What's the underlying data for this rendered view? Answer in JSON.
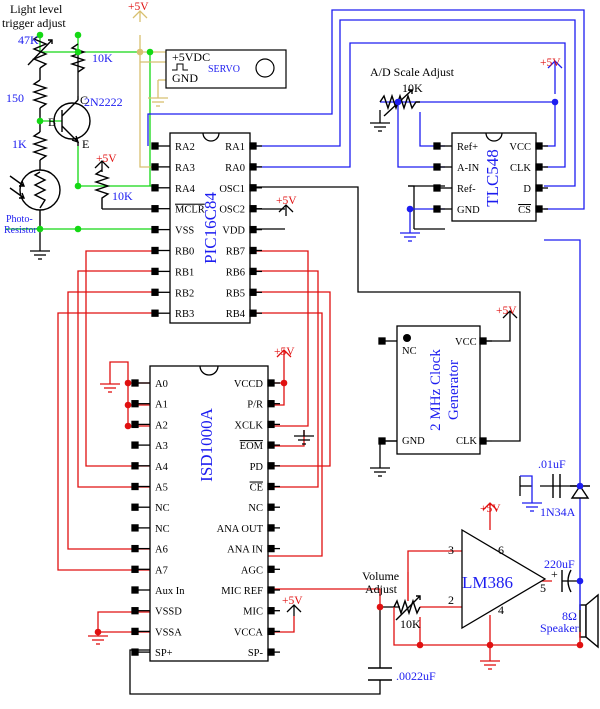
{
  "labels": {
    "light_level": "Light level",
    "trigger_adjust": "trigger adjust",
    "r47k": "47K",
    "r10k_top": "10K",
    "r150": "150",
    "r1k": "1K",
    "photo1": "Photo-",
    "photo2": "Resistor",
    "transistor": "2N2222",
    "pin_b": "B",
    "pin_c": "C",
    "pin_e": "E",
    "r10k_mclr": "10K",
    "vcc5": "+5V",
    "servo_vdc": "+5VDC",
    "servo_gnd": "GND",
    "servo": "SERVO",
    "ad_scale": "A/D Scale Adjust",
    "r10k_ad": "10K",
    "volume1": "Volume",
    "volume2": "Adjust",
    "r10k_vol": "10K",
    "cap01": ".01uF",
    "diode": "1N34A",
    "cap220": "220uF",
    "speaker_ohm": "8Ω",
    "speaker": "Speaker",
    "cap0022": ".0022uF",
    "lm_pin3": "3",
    "lm_pin2": "2",
    "lm_pin6": "6",
    "lm_pin4": "4",
    "lm_pin5": "5",
    "plus": "+"
  },
  "pic": {
    "name": "PIC16C84",
    "left_pins": [
      "RA2",
      "RA3",
      "RA4",
      "MCLR",
      "VSS",
      "RB0",
      "RB1",
      "RB2",
      "RB3"
    ],
    "right_pins": [
      "RA1",
      "RA0",
      "OSC1",
      "OSC2",
      "VDD",
      "RB7",
      "RB6",
      "RB5",
      "RB4"
    ]
  },
  "tlc": {
    "name": "TLC548",
    "left_pins": [
      "Ref+",
      "A-IN",
      "Ref-",
      "GND"
    ],
    "right_pins": [
      "VCC",
      "CLK",
      "D",
      "CS"
    ]
  },
  "clock": {
    "line1": "2 MHz Clock",
    "line2": "Generator",
    "pins": [
      "NC",
      "VCC",
      "GND",
      "CLK"
    ]
  },
  "isd": {
    "name": "ISD1000A",
    "left_pins": [
      "A0",
      "A1",
      "A2",
      "A3",
      "A4",
      "A5",
      "NC",
      "NC",
      "A6",
      "A7",
      "Aux In",
      "VSSD",
      "VSSA",
      "SP+"
    ],
    "right_pins": [
      "VCCD",
      "P/R",
      "XCLK",
      "EOM",
      "PD",
      "CE",
      "NC",
      "ANA OUT",
      "ANA IN",
      "AGC",
      "MIC REF",
      "MIC",
      "VCCA",
      "SP-"
    ]
  },
  "lm386": {
    "name": "LM386"
  },
  "colors": {
    "blue": "#1d1df0",
    "red": "#e01010",
    "green": "#14d814",
    "tan": "#d8c070",
    "black": "#000000"
  }
}
